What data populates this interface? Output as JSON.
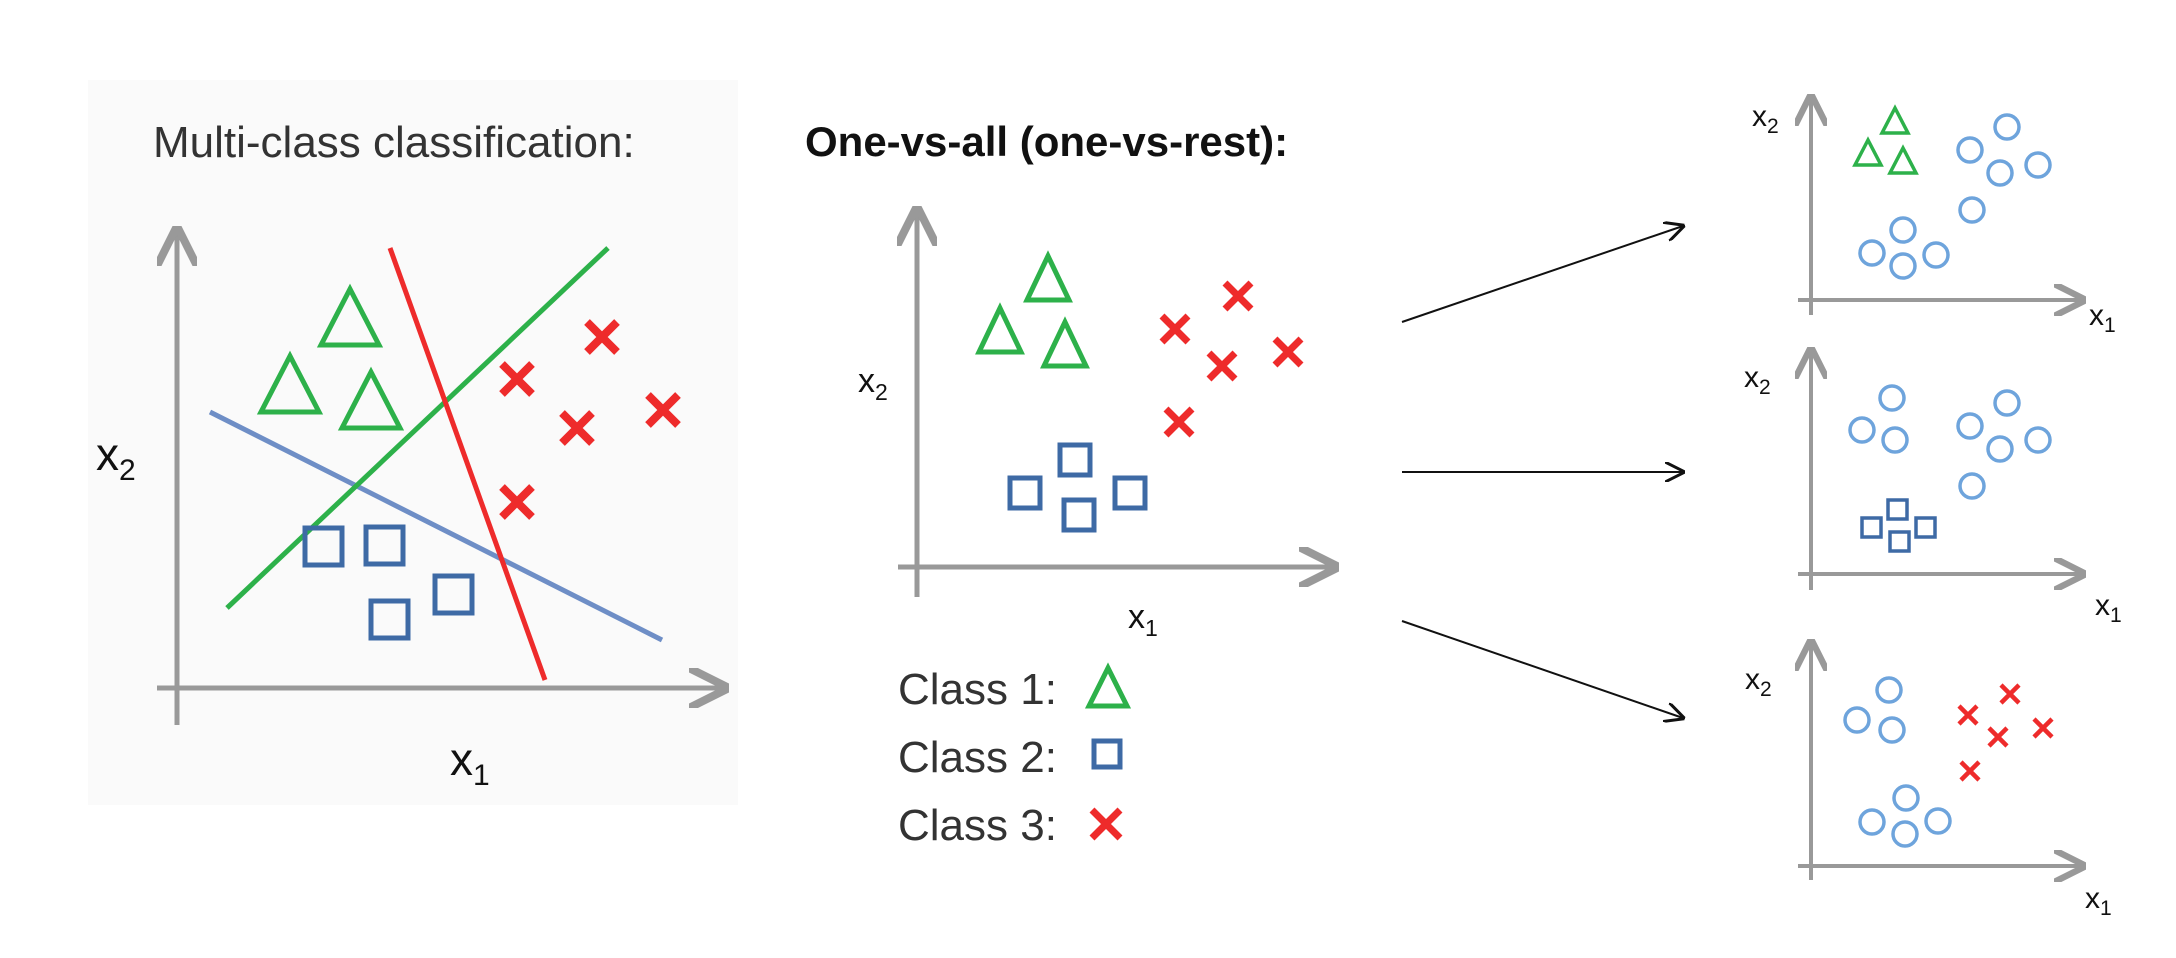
{
  "colors": {
    "class1": "#2db14a",
    "class2": "#3e6aa5",
    "class3": "#ee2b2b",
    "circle": "#6ea4dc",
    "axis": "#999999",
    "boundary_blue": "#6e8ec6"
  },
  "left_panel": {
    "title": "Multi-class classification:",
    "x_label": "x",
    "x_sub": "1",
    "y_label": "x",
    "y_sub": "2"
  },
  "middle_panel": {
    "title": "One-vs-all (one-vs-rest):",
    "x_label": "x",
    "x_sub": "1",
    "y_label": "x",
    "y_sub": "2"
  },
  "legend": [
    {
      "label": "Class 1:",
      "symbol": "triangle-icon"
    },
    {
      "label": "Class 2:",
      "symbol": "square-icon"
    },
    {
      "label": "Class 3:",
      "symbol": "cross-icon"
    }
  ],
  "right_panels": [
    {
      "x_label": "x",
      "x_sub": "1",
      "y_label": "x",
      "y_sub": "2",
      "highlight": "class1"
    },
    {
      "x_label": "x",
      "x_sub": "1",
      "y_label": "x",
      "y_sub": "2",
      "highlight": "class2"
    },
    {
      "x_label": "x",
      "x_sub": "1",
      "y_label": "x",
      "y_sub": "2",
      "highlight": "class3"
    }
  ]
}
